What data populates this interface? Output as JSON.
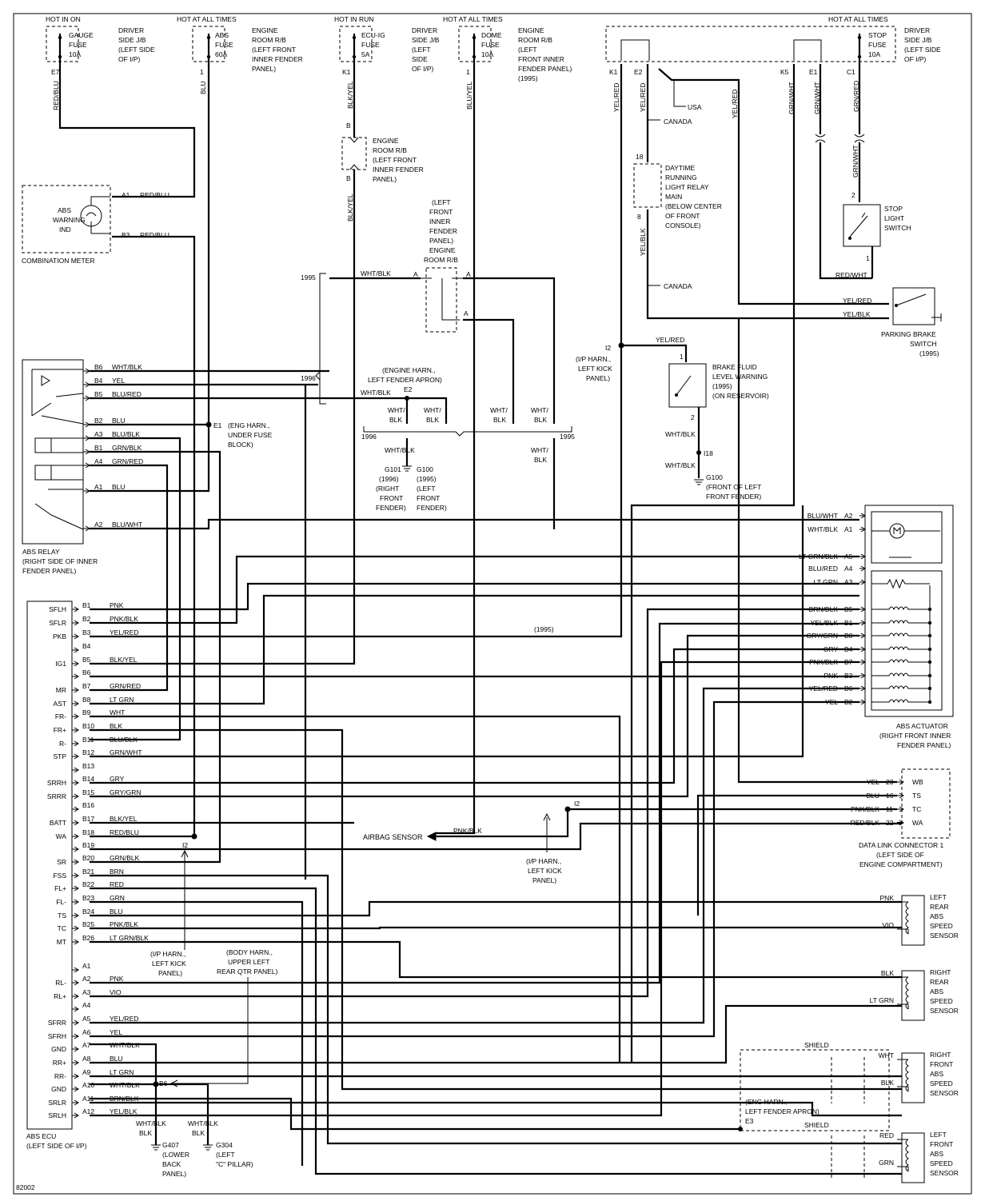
{
  "figure_id": "82002",
  "power": [
    {
      "hot": "HOT IN ON",
      "fuse": [
        "GAUGE",
        "FUSE",
        "10A"
      ],
      "loc": [
        "DRIVER",
        "SIDE J/B",
        "(LEFT SIDE",
        "OF I/P)"
      ],
      "pin": "E7",
      "wire": "RED/BLU"
    },
    {
      "hot": "HOT AT ALL TIMES",
      "fuse": [
        "ABS",
        "FUSE",
        "60A"
      ],
      "loc": [
        "ENGINE",
        "ROOM R/B",
        "(LEFT FRONT",
        "INNER FENDER",
        "PANEL)"
      ],
      "pin": "1",
      "wire": "BLU"
    },
    {
      "hot": "HOT IN RUN",
      "fuse": [
        "ECU-IG",
        "FUSE",
        "5A"
      ],
      "loc": [
        "DRIVER",
        "SIDE J/B",
        "(LEFT",
        "SIDE",
        "OF I/P)"
      ],
      "pin": "K1",
      "wire": "BLK/YEL"
    },
    {
      "hot": "HOT AT ALL TIMES",
      "fuse": [
        "DOME",
        "FUSE",
        "10A"
      ],
      "loc": [
        "ENGINE",
        "ROOM R/B",
        "(LEFT",
        "FRONT INNER",
        "FENDER PANEL)",
        "(1995)"
      ],
      "pin": "1",
      "wire": "BLU/YEL"
    },
    {
      "hot": "HOT AT ALL TIMES",
      "fuse": [
        "STOP",
        "FUSE",
        "10A"
      ],
      "loc": [
        "DRIVER",
        "SIDE J/B",
        "(LEFT SIDE",
        "OF I/P)"
      ]
    }
  ],
  "right_pins": [
    "K1",
    "E2",
    "K5",
    "E1",
    "C1"
  ],
  "right_wires": [
    "YEL/RED",
    "YEL/RED",
    "YEL/RED",
    "GRN/WHT",
    "GRN/WHT",
    "GRN/RED"
  ],
  "usa": "USA",
  "canada": "CANADA",
  "engine_rb": {
    "pin": "B",
    "wire": "BLK/YEL",
    "label": [
      "ENGINE",
      "ROOM R/B",
      "(LEFT FRONT",
      "INNER FENDER",
      "PANEL)"
    ]
  },
  "engine_rb2": {
    "label": [
      "(LEFT",
      "FRONT",
      "INNER",
      "FENDER",
      "PANEL)",
      "ENGINE",
      "ROOM R/B"
    ],
    "pin": "A"
  },
  "drl": {
    "pins": [
      "18",
      "8"
    ],
    "label": [
      "DAYTIME",
      "RUNNING",
      "LIGHT RELAY",
      "MAIN",
      "(BELOW CENTER",
      "OF FRONT",
      "CONSOLE)"
    ],
    "wire": "YEL/BLK",
    "wire2": "GRN/WHT"
  },
  "stop_switch": {
    "pins": [
      "2",
      "1"
    ],
    "label": [
      "STOP",
      "LIGHT",
      "SWITCH"
    ],
    "wire": "RED/WHT"
  },
  "parking": {
    "wires": [
      "YEL/RED",
      "YEL/BLK"
    ],
    "label": [
      "PARKING BRAKE",
      "SWITCH",
      "(1995)"
    ]
  },
  "brake_fluid": {
    "pins": [
      "1",
      "2"
    ],
    "label": [
      "BRAKE FLUID",
      "LEVEL WARNING",
      "(1995)",
      "(ON RESERVOIR)"
    ],
    "wire_in": "YEL/RED",
    "wire_out": "WHT/BLK",
    "splice": "I18",
    "ground": "G100",
    "ground_loc": "(FRONT OF LEFT",
    "ground_loc2": "FRONT FENDER)"
  },
  "i2_harness": {
    "id": "I2",
    "label": [
      "(I/P HARN.,",
      "LEFT KICK",
      "PANEL)"
    ]
  },
  "years": {
    "y1995": "1995",
    "y1996": "1996",
    "paren1995": "(1995)"
  },
  "engine_harn": {
    "label": [
      "(ENGINE HARN.,",
      "LEFT FENDER APRON)"
    ],
    "splice": "E2",
    "wire": "WHT/BLK"
  },
  "grounds": {
    "g101": [
      "G101",
      "(1996)",
      "(RIGHT",
      "FRONT",
      "FENDER)"
    ],
    "g100": [
      "G100",
      "(1995)",
      "(LEFT",
      "FRONT",
      "FENDER)"
    ],
    "wire": "WHT/BLK"
  },
  "combo_meter": {
    "label": [
      "ABS",
      "WARNING",
      "IND"
    ],
    "name": "COMBINATION METER",
    "pins": [
      "A1",
      "B3"
    ],
    "wires": [
      "RED/BLU",
      "RED/BLU"
    ]
  },
  "abs_relay": {
    "name": [
      "ABS RELAY",
      "(RIGHT SIDE OF INNER",
      "FENDER PANEL)"
    ],
    "pins": [
      [
        "B6",
        "WHT/BLK"
      ],
      [
        "B4",
        "YEL"
      ],
      [
        "B5",
        "BLU/RED"
      ],
      [
        "B2",
        "BLU"
      ],
      [
        "A3",
        "BLU/BLK"
      ],
      [
        "B1",
        "GRN/BLK"
      ],
      [
        "A4",
        "GRN/RED"
      ],
      [
        "A1",
        "BLU"
      ],
      [
        "A2",
        "BLU/WHT"
      ]
    ],
    "splice": "E1",
    "splice_label": [
      "(ENG HARN.,",
      "UNDER FUSE",
      "BLOCK)"
    ]
  },
  "ecu": {
    "name": [
      "ABS ECU",
      "(LEFT SIDE OF I/P)"
    ],
    "rows": [
      [
        "SFLH",
        "B1",
        "PNK"
      ],
      [
        "SFLR",
        "B2",
        "PNK/BLK"
      ],
      [
        "PKB",
        "B3",
        "YEL/RED"
      ],
      [
        "",
        "B4",
        ""
      ],
      [
        "IG1",
        "B5",
        "BLK/YEL"
      ],
      [
        "",
        "B6",
        ""
      ],
      [
        "MR",
        "B7",
        "GRN/RED"
      ],
      [
        "AST",
        "B8",
        "LT GRN"
      ],
      [
        "FR-",
        "B9",
        "WHT"
      ],
      [
        "FR+",
        "B10",
        "BLK"
      ],
      [
        "R-",
        "B11",
        "BLU/BLK"
      ],
      [
        "STP",
        "B12",
        "GRN/WHT"
      ],
      [
        "",
        "B13",
        ""
      ],
      [
        "SRRH",
        "B14",
        "GRY"
      ],
      [
        "SRRR",
        "B15",
        "GRY/GRN"
      ],
      [
        "",
        "B16",
        ""
      ],
      [
        "BATT",
        "B17",
        "BLK/YEL"
      ],
      [
        "WA",
        "B18",
        "RED/BLU"
      ],
      [
        "",
        "B19",
        ""
      ],
      [
        "SR",
        "B20",
        "GRN/BLK"
      ],
      [
        "FSS",
        "B21",
        "BRN"
      ],
      [
        "FL+",
        "B22",
        "RED"
      ],
      [
        "FL-",
        "B23",
        "GRN"
      ],
      [
        "TS",
        "B24",
        "BLU"
      ],
      [
        "TC",
        "B25",
        "PNK/BLK"
      ],
      [
        "MT",
        "B26",
        "LT GRN/BLK"
      ],
      [
        "",
        "A1",
        ""
      ],
      [
        "RL-",
        "A2",
        "PNK"
      ],
      [
        "RL+",
        "A3",
        "VIO"
      ],
      [
        "",
        "A4",
        ""
      ],
      [
        "SFRR",
        "A5",
        "YEL/RED"
      ],
      [
        "SFRH",
        "A6",
        "YEL"
      ],
      [
        "GND",
        "A7",
        "WHT/BLK"
      ],
      [
        "RR+",
        "A8",
        "BLU"
      ],
      [
        "RR-",
        "A9",
        "LT GRN"
      ],
      [
        "GND",
        "A10",
        "WHT/BLK"
      ],
      [
        "SRLR",
        "A11",
        "BRN/BLK"
      ],
      [
        "SRLH",
        "A12",
        "YEL/BLK"
      ]
    ]
  },
  "ecu_splices": {
    "i2": "I2",
    "b6": "B6",
    "i2_label": [
      "(I/P HARN.,",
      "LEFT KICK",
      "PANEL)"
    ],
    "b6_label": [
      "(BODY HARN.,",
      "UPPER LEFT",
      "REAR QTR PANEL)"
    ]
  },
  "ecu_grounds": {
    "g407": [
      "G407",
      "(LOWER",
      "BACK",
      "PANEL)"
    ],
    "g304": [
      "G304",
      "(LEFT",
      "\"C\" PILLAR)"
    ],
    "wire": "WHT/BLK"
  },
  "actuator": {
    "name": [
      "ABS ACTUATOR",
      "(RIGHT FRONT INNER",
      "FENDER PANEL)"
    ],
    "pins": [
      [
        "BLU/WHT",
        "A2"
      ],
      [
        "WHT/BLK",
        "A1"
      ],
      [
        "LT GRN/BLK",
        "A5"
      ],
      [
        "BLU/RED",
        "A4"
      ],
      [
        "LT GRN",
        "A3"
      ],
      [
        "BRN/BLK",
        "B5"
      ],
      [
        "YEL/BLK",
        "B1"
      ],
      [
        "GRY/GRN",
        "B8"
      ],
      [
        "GRY",
        "B4"
      ],
      [
        "PNK/BLK",
        "B7"
      ],
      [
        "PNK",
        "B3"
      ],
      [
        "YEL/RED",
        "B6"
      ],
      [
        "YEL",
        "B2"
      ]
    ]
  },
  "dlc": {
    "name": [
      "DATA LINK CONNECTOR 1",
      "(LEFT SIDE OF",
      "ENGINE COMPARTMENT)"
    ],
    "pins": [
      [
        "YEL",
        "23",
        "WB"
      ],
      [
        "BLU",
        "16",
        "TS"
      ],
      [
        "PNK/BLK",
        "11",
        "TC"
      ],
      [
        "RED/BLK",
        "22",
        "WA"
      ]
    ]
  },
  "airbag": {
    "label": "AIRBAG SENSOR",
    "wire": "PNK/BLK",
    "splice": "I2",
    "splice_label": [
      "(I/P HARN.,",
      "LEFT KICK",
      "PANEL)"
    ]
  },
  "sensors": [
    {
      "label": [
        "LEFT",
        "REAR",
        "ABS",
        "SPEED",
        "SENSOR"
      ],
      "wires": [
        "PNK",
        "VIO"
      ]
    },
    {
      "label": [
        "RIGHT",
        "REAR",
        "ABS",
        "SPEED",
        "SENSOR"
      ],
      "wires": [
        "BLK",
        "LT GRN"
      ]
    },
    {
      "label": [
        "RIGHT",
        "FRONT",
        "ABS",
        "SPEED",
        "SENSOR"
      ],
      "wires": [
        "WHT",
        "BLK"
      ],
      "shield": "SHIELD"
    },
    {
      "label": [
        "LEFT",
        "FRONT",
        "ABS",
        "SPEED",
        "SENSOR"
      ],
      "wires": [
        "RED",
        "GRN"
      ],
      "shield": "SHIELD"
    }
  ],
  "e3": {
    "id": "E3",
    "label": [
      "(ENG HARN.,",
      "LEFT FENDER APRON)"
    ]
  }
}
